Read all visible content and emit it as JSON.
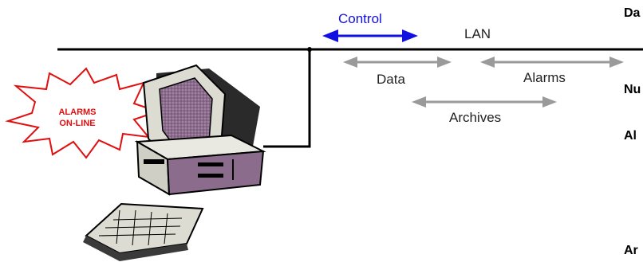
{
  "network": {
    "lan_label": "LAN",
    "control_label": "Control",
    "data_label": "Data",
    "alarms_label": "Alarms",
    "archives_label": "Archives"
  },
  "badge": {
    "line1": "ALARMS",
    "line2": "ON-LINE"
  },
  "side_labels": [
    "Da",
    "Nu",
    "Al",
    "Ar"
  ],
  "colors": {
    "line": "#000000",
    "control_arrow": "#1010e0",
    "gray_arrow": "#9a9a9a",
    "badge_text": "#e01010",
    "monitor_screen": "#8a6a8a",
    "beige": "#d9d9d0"
  }
}
